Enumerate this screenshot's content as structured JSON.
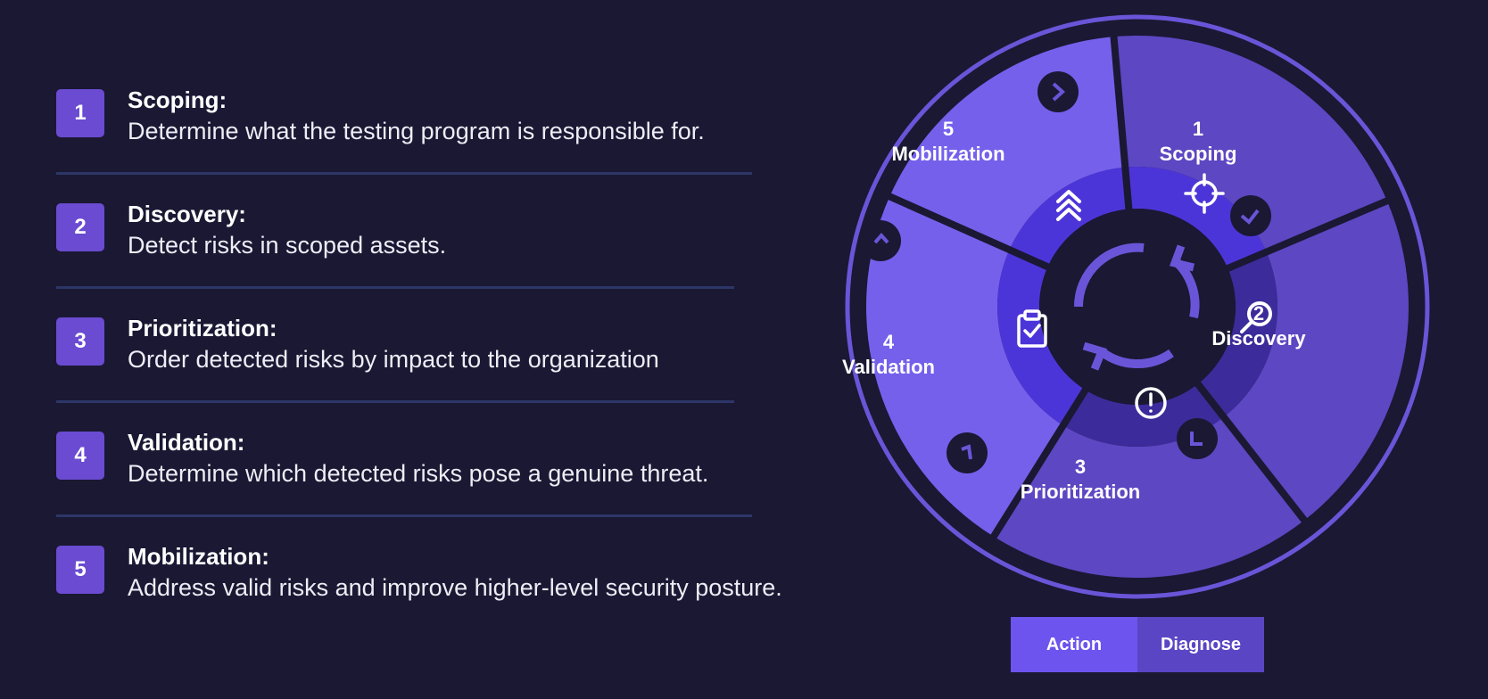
{
  "steps": [
    {
      "number": "1",
      "title": "Scoping:",
      "description": "Determine what the testing program is responsible for."
    },
    {
      "number": "2",
      "title": "Discovery:",
      "description": "Detect risks in scoped assets."
    },
    {
      "number": "3",
      "title": "Prioritization:",
      "description": "Order detected risks by impact to the organization"
    },
    {
      "number": "4",
      "title": "Validation:",
      "description": "Determine which detected risks pose a genuine threat."
    },
    {
      "number": "5",
      "title": "Mobilization:",
      "description": "Address valid risks and improve higher-level security posture."
    }
  ],
  "cycle": {
    "segments": [
      {
        "number": "1",
        "label": "Scoping",
        "icon": "crosshair-icon"
      },
      {
        "number": "2",
        "label": "Discovery",
        "icon": "search-icon"
      },
      {
        "number": "3",
        "label": "Prioritization",
        "icon": "alert-icon"
      },
      {
        "number": "4",
        "label": "Validation",
        "icon": "clipboard-check-icon"
      },
      {
        "number": "5",
        "label": "Mobilization",
        "icon": "chevrons-up-icon"
      }
    ],
    "center_icon": "refresh-cycle-icon"
  },
  "toggle": {
    "action": "Action",
    "diagnose": "Diagnose"
  },
  "colors": {
    "background": "#1a1833",
    "badge": "#6a4bd1",
    "divider": "#2d3668",
    "seg_light": "#7560ec",
    "seg_dark": "#5d47c2",
    "inner_light": "#4c35d8",
    "inner_dark": "#3c2b9a",
    "hub": "#1a1833"
  }
}
